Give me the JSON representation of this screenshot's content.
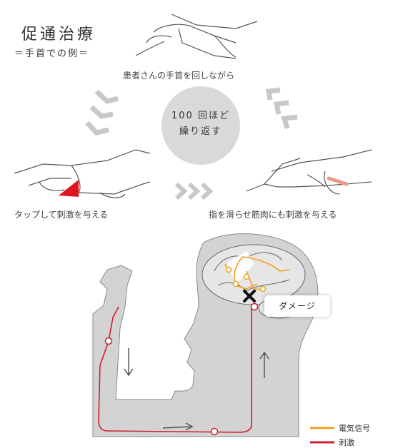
{
  "title": "促通治療",
  "subtitle": "＝手首での例＝",
  "steps": {
    "top_caption": "患者さんの手首を回しながら",
    "left_caption": "タップして刺激を与える",
    "right_caption": "指を滑らせ筋肉にも刺激を与える"
  },
  "center": {
    "line1": "100 回ほど",
    "line2": "繰り返す"
  },
  "callout": "ダメージ",
  "legend": {
    "signal": "電気信号",
    "stimulus": "刺激"
  },
  "colors": {
    "signal": "#f0a020",
    "stimulus": "#cc1f2e",
    "arrow": "#c8c8c8",
    "silhouette": "#d3d3d3",
    "triangle": "#e0141e",
    "finger_slide": "#e89a8a"
  }
}
